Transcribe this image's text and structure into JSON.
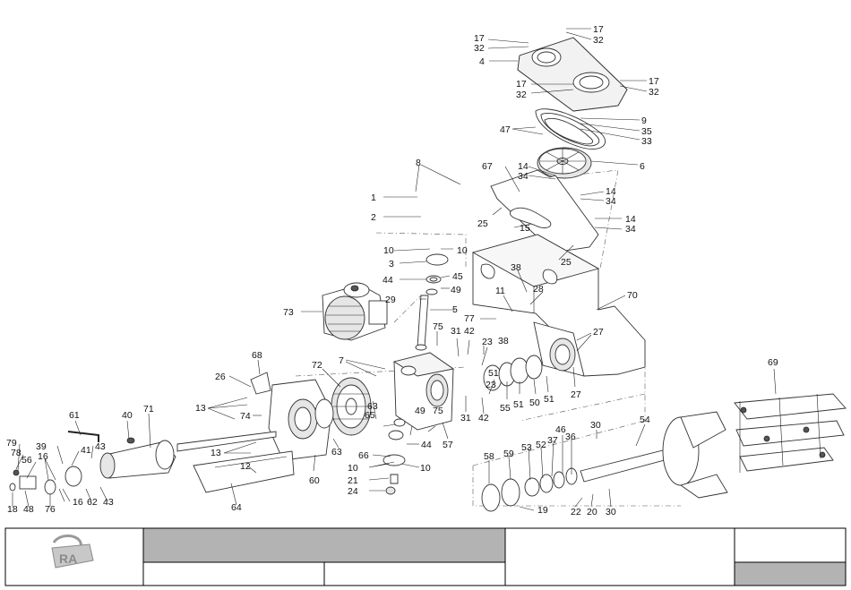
{
  "logo": {
    "text": "RA"
  },
  "callouts": [
    {
      "id": "c17a",
      "text": "17"
    },
    {
      "id": "c32a",
      "text": "32"
    },
    {
      "id": "c17b",
      "text": "17"
    },
    {
      "id": "c32b",
      "text": "32"
    },
    {
      "id": "c4",
      "text": "4"
    },
    {
      "id": "c17c",
      "text": "17"
    },
    {
      "id": "c32c",
      "text": "32"
    },
    {
      "id": "c17d",
      "text": "17"
    },
    {
      "id": "c32d",
      "text": "32"
    },
    {
      "id": "c9",
      "text": "9"
    },
    {
      "id": "c35",
      "text": "35"
    },
    {
      "id": "c47",
      "text": "47"
    },
    {
      "id": "c33",
      "text": "33"
    },
    {
      "id": "c6",
      "text": "6"
    },
    {
      "id": "c14a",
      "text": "14"
    },
    {
      "id": "c34a",
      "text": "34"
    },
    {
      "id": "c67",
      "text": "67"
    },
    {
      "id": "c8",
      "text": "8"
    },
    {
      "id": "c14b",
      "text": "14"
    },
    {
      "id": "c34b",
      "text": "34"
    },
    {
      "id": "c1",
      "text": "1"
    },
    {
      "id": "c25a",
      "text": "25"
    },
    {
      "id": "c15",
      "text": "15"
    },
    {
      "id": "c14c",
      "text": "14"
    },
    {
      "id": "c34c",
      "text": "34"
    },
    {
      "id": "c2",
      "text": "2"
    },
    {
      "id": "c10a",
      "text": "10"
    },
    {
      "id": "c10b",
      "text": "10"
    },
    {
      "id": "c3",
      "text": "3"
    },
    {
      "id": "c25b",
      "text": "25"
    },
    {
      "id": "c44a",
      "text": "44"
    },
    {
      "id": "c45",
      "text": "45"
    },
    {
      "id": "c38a",
      "text": "38"
    },
    {
      "id": "c49a",
      "text": "49"
    },
    {
      "id": "c29",
      "text": "29"
    },
    {
      "id": "c11",
      "text": "11"
    },
    {
      "id": "c28",
      "text": "28"
    },
    {
      "id": "c70",
      "text": "70"
    },
    {
      "id": "c5",
      "text": "5"
    },
    {
      "id": "c73",
      "text": "73"
    },
    {
      "id": "c77",
      "text": "77"
    },
    {
      "id": "c75a",
      "text": "75"
    },
    {
      "id": "c31a",
      "text": "31"
    },
    {
      "id": "c42a",
      "text": "42"
    },
    {
      "id": "c38b",
      "text": "38"
    },
    {
      "id": "c27a",
      "text": "27"
    },
    {
      "id": "c23a",
      "text": "23"
    },
    {
      "id": "c68",
      "text": "68"
    },
    {
      "id": "c7",
      "text": "7"
    },
    {
      "id": "c72",
      "text": "72"
    },
    {
      "id": "c26",
      "text": "26"
    },
    {
      "id": "c51a",
      "text": "51"
    },
    {
      "id": "c23b",
      "text": "23"
    },
    {
      "id": "c55",
      "text": "55"
    },
    {
      "id": "c51b",
      "text": "51"
    },
    {
      "id": "c50",
      "text": "50"
    },
    {
      "id": "c51c",
      "text": "51"
    },
    {
      "id": "c27b",
      "text": "27"
    },
    {
      "id": "c69",
      "text": "69"
    },
    {
      "id": "c13a",
      "text": "13"
    },
    {
      "id": "c31b",
      "text": "31"
    },
    {
      "id": "c42b",
      "text": "42"
    },
    {
      "id": "c74",
      "text": "74"
    },
    {
      "id": "c61",
      "text": "61"
    },
    {
      "id": "c63a",
      "text": "63"
    },
    {
      "id": "c40",
      "text": "40"
    },
    {
      "id": "c71",
      "text": "71"
    },
    {
      "id": "c65",
      "text": "65"
    },
    {
      "id": "c49b",
      "text": "49"
    },
    {
      "id": "c75b",
      "text": "75"
    },
    {
      "id": "c44b",
      "text": "44"
    },
    {
      "id": "c57",
      "text": "57"
    },
    {
      "id": "c30a",
      "text": "30"
    },
    {
      "id": "c54",
      "text": "54"
    },
    {
      "id": "c46",
      "text": "46"
    },
    {
      "id": "c37",
      "text": "37"
    },
    {
      "id": "c36",
      "text": "36"
    },
    {
      "id": "c53",
      "text": "53"
    },
    {
      "id": "c52",
      "text": "52"
    },
    {
      "id": "c79",
      "text": "79"
    },
    {
      "id": "c39",
      "text": "39"
    },
    {
      "id": "c43a",
      "text": "43"
    },
    {
      "id": "c78",
      "text": "78"
    },
    {
      "id": "c41",
      "text": "41"
    },
    {
      "id": "c13b",
      "text": "13"
    },
    {
      "id": "c63b",
      "text": "63"
    },
    {
      "id": "c66",
      "text": "66"
    },
    {
      "id": "c16a",
      "text": "16"
    },
    {
      "id": "c56",
      "text": "56"
    },
    {
      "id": "c12",
      "text": "12"
    },
    {
      "id": "c60",
      "text": "60"
    },
    {
      "id": "c58",
      "text": "58"
    },
    {
      "id": "c59",
      "text": "59"
    },
    {
      "id": "c10c",
      "text": "10"
    },
    {
      "id": "c10d",
      "text": "10"
    },
    {
      "id": "c21",
      "text": "21"
    },
    {
      "id": "c24",
      "text": "24"
    },
    {
      "id": "c16b",
      "text": "16"
    },
    {
      "id": "c62",
      "text": "62"
    },
    {
      "id": "c43b",
      "text": "43"
    },
    {
      "id": "c76",
      "text": "76"
    },
    {
      "id": "c18",
      "text": "18"
    },
    {
      "id": "c48",
      "text": "48"
    },
    {
      "id": "c64",
      "text": "64"
    },
    {
      "id": "c19",
      "text": "19"
    },
    {
      "id": "c22",
      "text": "22"
    },
    {
      "id": "c20",
      "text": "20"
    },
    {
      "id": "c30b",
      "text": "30"
    }
  ]
}
